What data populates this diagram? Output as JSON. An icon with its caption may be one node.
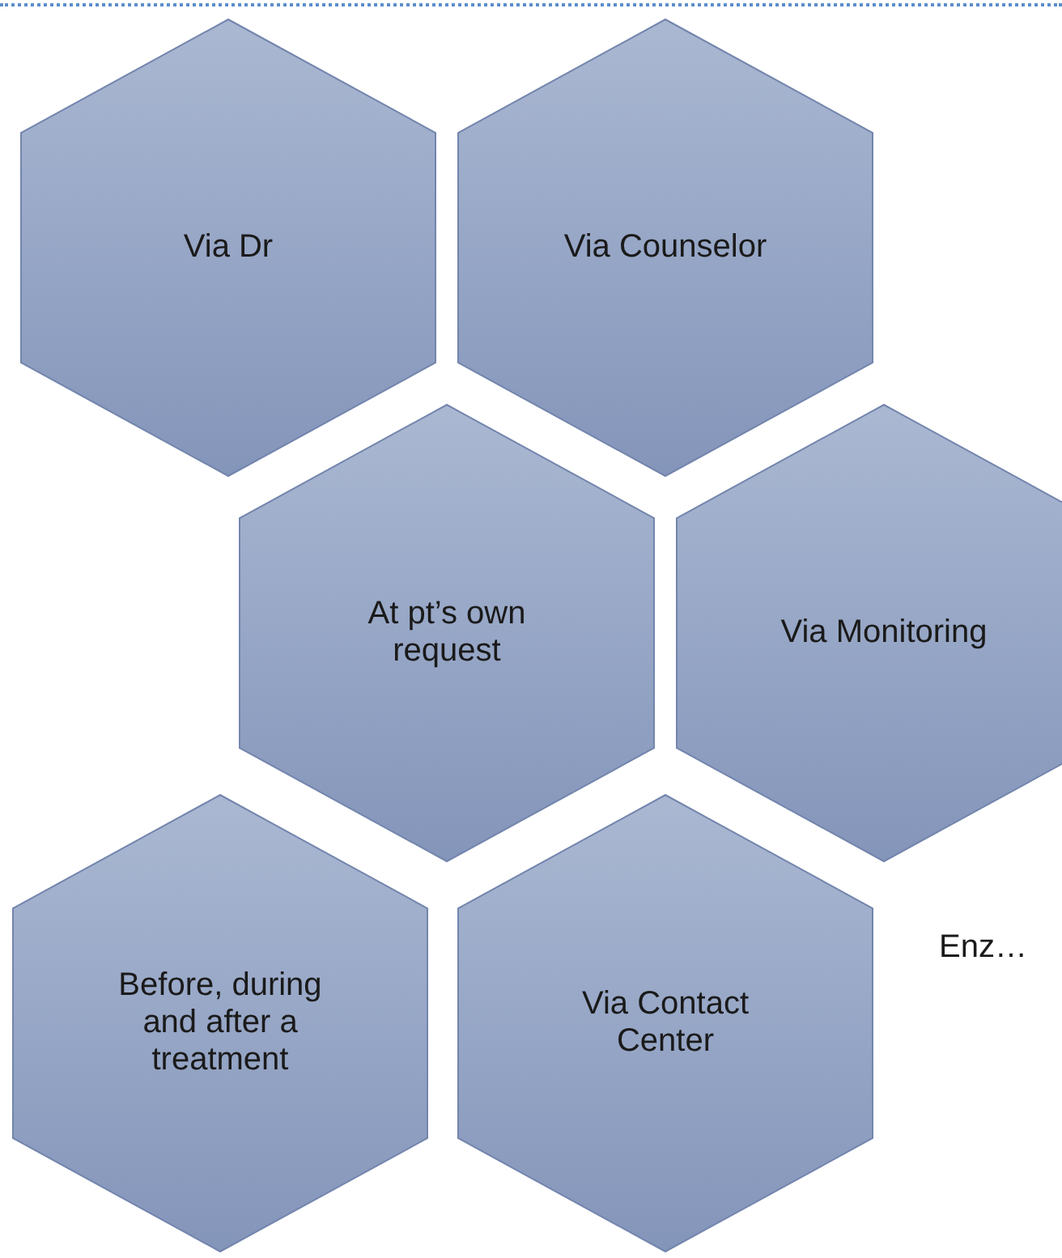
{
  "diagram": {
    "nodes": [
      {
        "text": [
          "Via Dr"
        ]
      },
      {
        "text": [
          "Via Counselor"
        ]
      },
      {
        "text": [
          "At pt’s own request"
        ]
      },
      {
        "text": [
          "Via Monitoring"
        ]
      },
      {
        "text": [
          "Before, during and after a treatment"
        ]
      },
      {
        "text": [
          "Via Contact Center"
        ]
      }
    ],
    "labels": [
      "Enz…"
    ]
  }
}
